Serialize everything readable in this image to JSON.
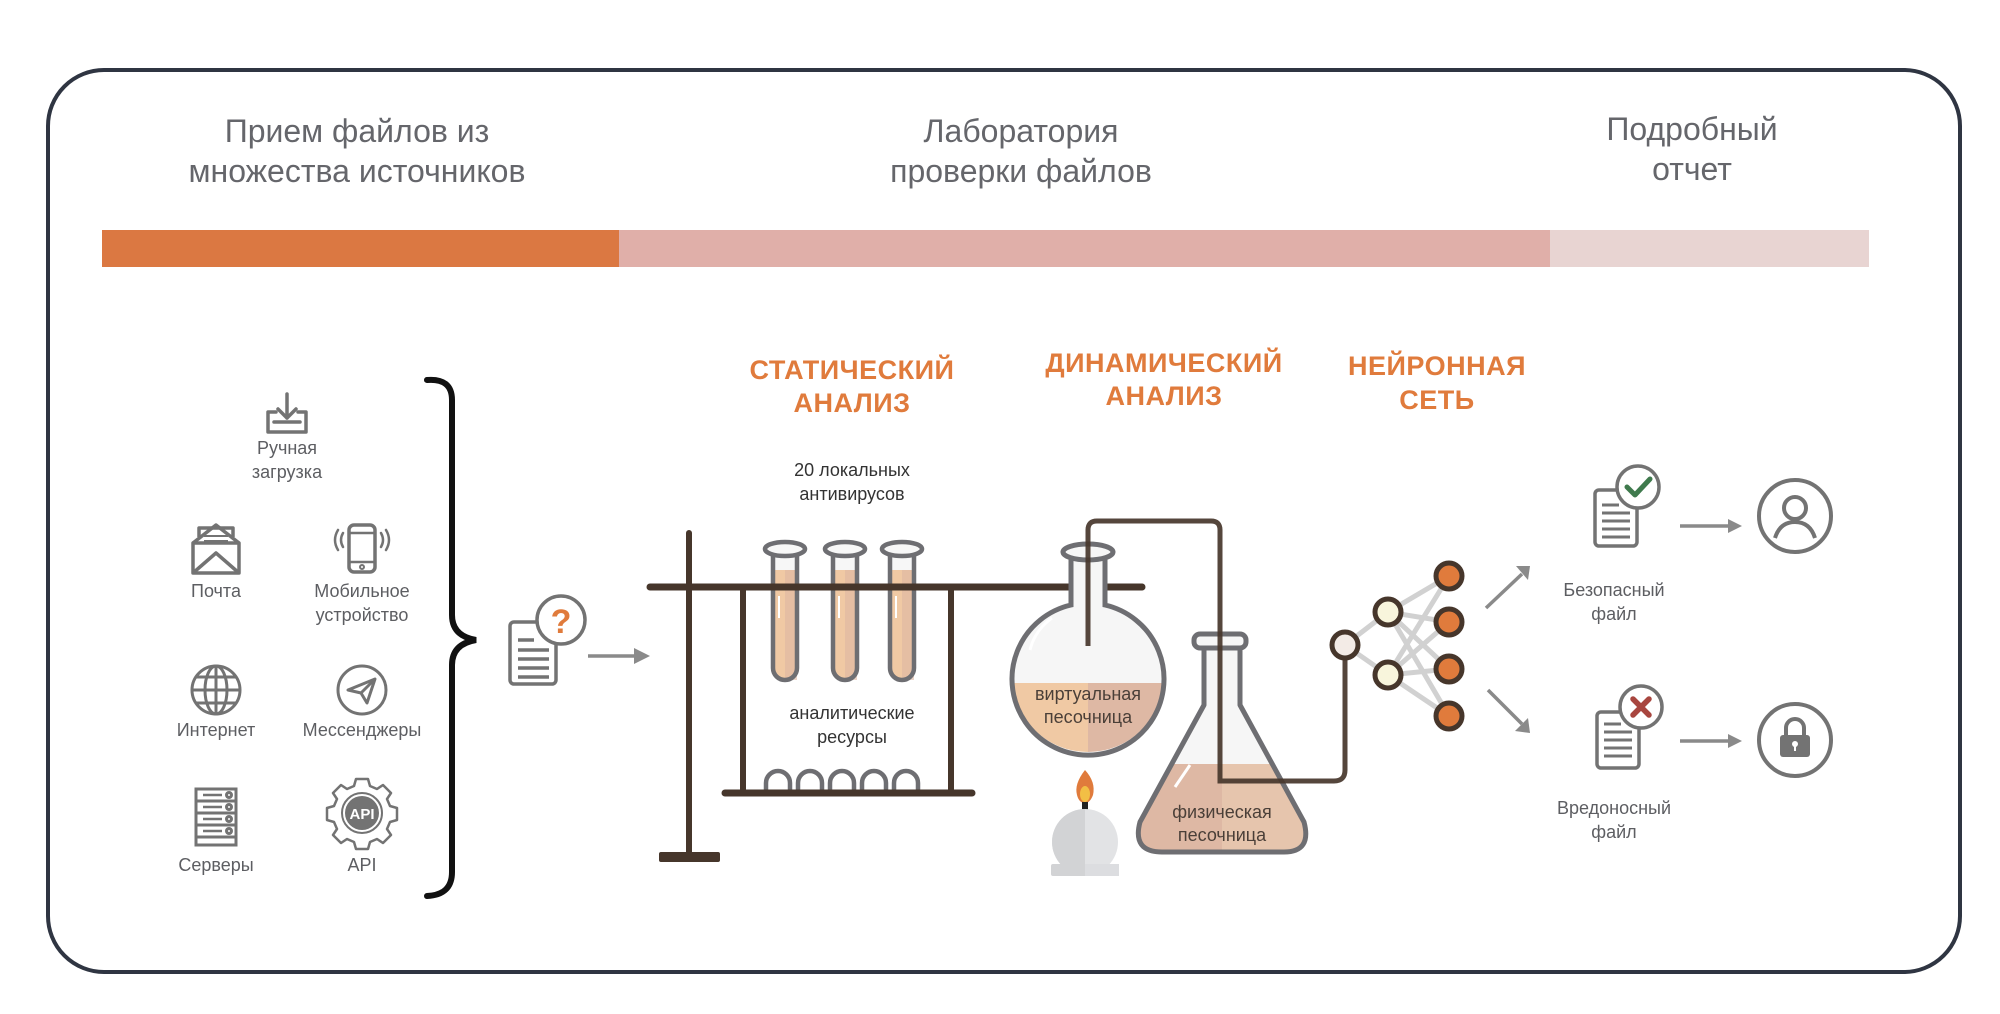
{
  "colors": {
    "frame": "#2f3542",
    "accent": "#e07b3c",
    "stage1": "#db7842",
    "stage2": "#e0afa9",
    "stage3": "#e8d4d2",
    "stand": "#46362b",
    "glass": "#6e6e72",
    "icon": "#737373",
    "liquid": "#f0c9a4",
    "liquid_dark": "#deb8a4",
    "safe": "#3f7a4d",
    "malicious": "#a8463f",
    "node_out": "#e07b3c",
    "node_hidden": "#f8f5dc",
    "node_in": "#f3ebe6"
  },
  "stages": [
    {
      "line1": "Прием файлов из",
      "line2": "множества источников"
    },
    {
      "line1": "Лаборатория",
      "line2": "проверки файлов"
    },
    {
      "line1": "Подробный",
      "line2": "отчет"
    }
  ],
  "sources": [
    {
      "icon": "download-tray-icon",
      "line1": "Ручная",
      "line2": "загрузка"
    },
    {
      "icon": "envelope-icon",
      "line1": "Почта",
      "line2": ""
    },
    {
      "icon": "mobile-phone-icon",
      "line1": "Мобильное",
      "line2": "устройство"
    },
    {
      "icon": "globe-icon",
      "line1": "Интернет",
      "line2": ""
    },
    {
      "icon": "paper-plane-icon",
      "line1": "Мессенджеры",
      "line2": ""
    },
    {
      "icon": "server-icon",
      "line1": "Серверы",
      "line2": ""
    },
    {
      "icon": "api-gear-icon",
      "line1": "API",
      "line2": "",
      "badge": "API"
    }
  ],
  "unknown_file": {
    "badge": "?"
  },
  "analysis": {
    "static": {
      "line1": "СТАТИЧЕСКИЙ",
      "line2": "АНАЛИЗ",
      "note1": "20 локальных",
      "note2": "антивирусов",
      "rack1": "аналитические",
      "rack2": "ресурсы"
    },
    "dynamic": {
      "line1": "ДИНАМИЧЕСКИЙ",
      "line2": "АНАЛИЗ",
      "virtual1": "виртуальная",
      "virtual2": "песочница",
      "physical1": "физическая",
      "physical2": "песочница"
    },
    "neural": {
      "line1": "НЕЙРОННАЯ",
      "line2": "СЕТЬ"
    }
  },
  "results": {
    "safe": {
      "line1": "Безопасный",
      "line2": "файл",
      "icon": "check-icon",
      "target": "user-icon"
    },
    "malicious": {
      "line1": "Вредоносный",
      "line2": "файл",
      "icon": "cross-icon",
      "target": "lock-icon"
    }
  }
}
